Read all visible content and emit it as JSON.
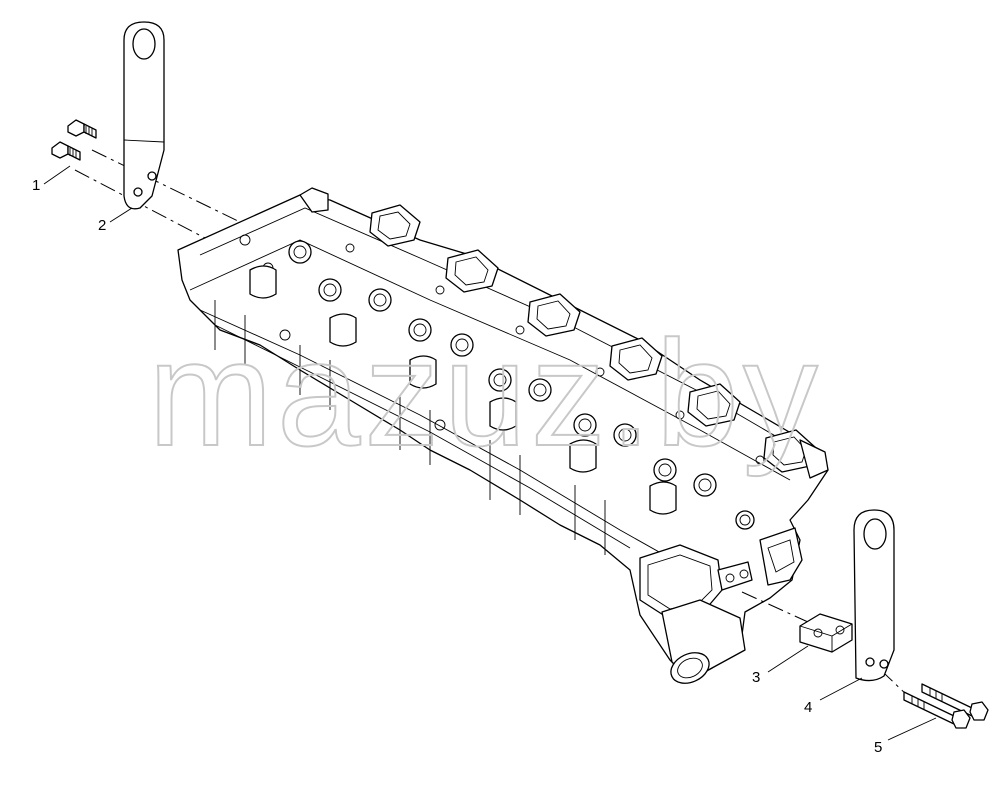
{
  "callouts": [
    {
      "id": "1",
      "label": "1"
    },
    {
      "id": "2",
      "label": "2"
    },
    {
      "id": "3",
      "label": "3"
    },
    {
      "id": "4",
      "label": "4"
    },
    {
      "id": "5",
      "label": "5"
    }
  ],
  "watermark": "mazuz.by",
  "colors": {
    "line": "#000000",
    "background": "#ffffff",
    "watermark": "#c8c8c8"
  }
}
